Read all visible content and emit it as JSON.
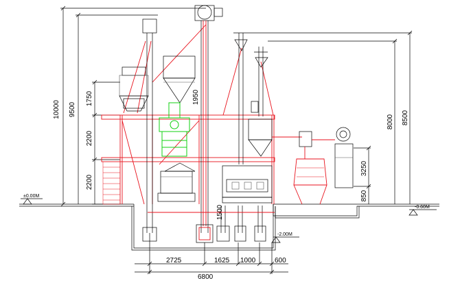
{
  "drawing": {
    "vertical_dims": {
      "total_height": "10000",
      "upper_height": "9500",
      "hopper_height": "1750",
      "floor2_height": "2200",
      "floor1_height": "2200",
      "elevator_height": "1950",
      "bin_height_a": "8000",
      "bin_height_b": "8500",
      "mill_height": "3250",
      "base_height": "850",
      "pit_depth": "1500"
    },
    "horizontal_dims": {
      "span_a": "2725",
      "span_b": "1625",
      "span_c": "1000",
      "span_d": "600",
      "total_width": "6800"
    },
    "levels": {
      "ground": "±0.00M",
      "pit": "-2.00M",
      "right_ground": "-0.60M"
    }
  }
}
